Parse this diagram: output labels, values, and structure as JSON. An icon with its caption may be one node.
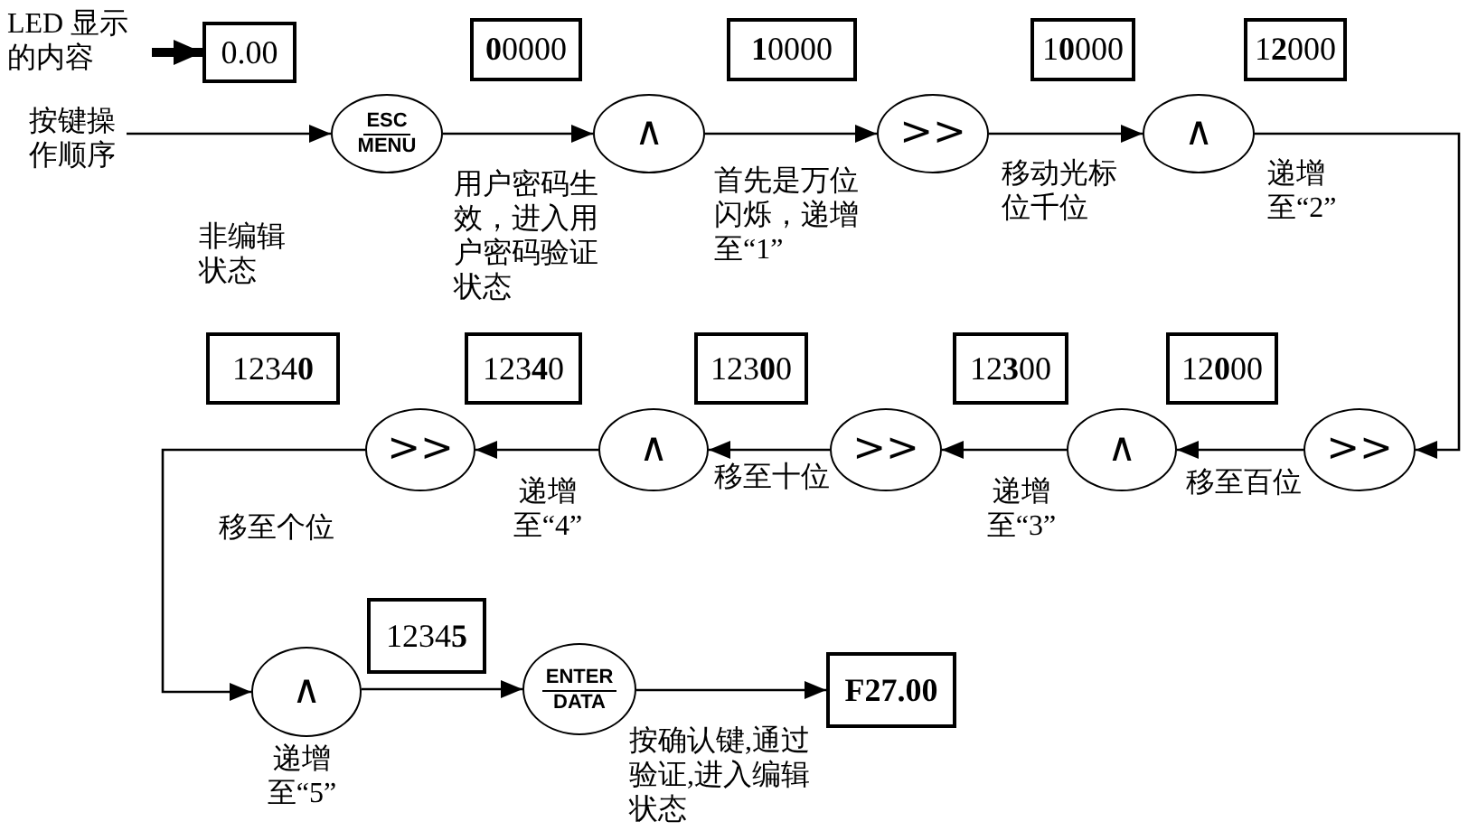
{
  "diagram": {
    "nodes": [
      {
        "text": [
          "LED 显示的内容"
        ]
      },
      {
        "text": [
          "0.00"
        ]
      },
      {
        "text": [
          "**0**0000"
        ]
      },
      {
        "text": [
          "**1**0000"
        ]
      },
      {
        "text": [
          "1**0**000"
        ]
      },
      {
        "text": [
          "1**2**000"
        ]
      },
      {
        "text": [
          "按键操作顺序"
        ]
      },
      {
        "text": [
          "ESC",
          "MENU"
        ],
        "beside": [
          "用户密码生效，进入用户密码验证状态"
        ]
      },
      {
        "text": [
          "∧"
        ],
        "beside": [
          "首先是万位闪烁，递增至“1”"
        ]
      },
      {
        "text": [
          ">>"
        ],
        "beside": [
          "移动光标位千位"
        ]
      },
      {
        "text": [
          "∧"
        ],
        "beside": [
          "递增至“2”"
        ]
      },
      {
        "text": [
          "1234**0**"
        ]
      },
      {
        "text": [
          "123**4**0"
        ]
      },
      {
        "text": [
          "123**0**0"
        ]
      },
      {
        "text": [
          "12**3**00"
        ]
      },
      {
        "text": [
          "12**0**00"
        ]
      },
      {
        "text": [
          ">>"
        ],
        "beside": [
          "移至个位"
        ]
      },
      {
        "text": [
          "∧"
        ],
        "beside": [
          "递增至“4”"
        ]
      },
      {
        "text": [
          ">>"
        ],
        "beside": [
          "移至十位"
        ]
      },
      {
        "text": [
          "∧"
        ],
        "beside": [
          "递增至“3”"
        ]
      },
      {
        "text": [
          ">>"
        ],
        "beside": [
          "移至百位"
        ]
      },
      {
        "text": [
          "∧"
        ],
        "beside": [
          "递增至“5”"
        ]
      },
      {
        "text": [
          "1234**5**"
        ]
      },
      {
        "text": [
          "ENTER",
          "DATA"
        ],
        "beside": [
          "按确认键,通过验证,进入编辑状态"
        ]
      },
      {
        "text": [
          "F27.00"
        ]
      }
    ],
    "edges": [
      {
        "from": 0,
        "to": 1,
        "arrow": "to",
        "style": "thick"
      },
      {
        "from": 6,
        "to": 7,
        "arrow": "to"
      },
      {
        "from": 7,
        "to": 8,
        "arrow": "to"
      },
      {
        "from": 8,
        "to": 9,
        "arrow": "to"
      },
      {
        "from": 9,
        "to": 10,
        "arrow": "to"
      },
      {
        "from": 10,
        "to": 20,
        "arrow": "to"
      },
      {
        "from": 20,
        "to": 19,
        "arrow": "to"
      },
      {
        "from": 19,
        "to": 18,
        "arrow": "to"
      },
      {
        "from": 18,
        "to": 17,
        "arrow": "to"
      },
      {
        "from": 17,
        "to": 16,
        "arrow": "to"
      },
      {
        "from": 16,
        "to": 21,
        "arrow": "to"
      },
      {
        "from": 21,
        "to": 23,
        "arrow": "to"
      },
      {
        "from": 23,
        "to": 24,
        "arrow": "to"
      }
    ],
    "labels": [
      "非编辑状态"
    ]
  }
}
